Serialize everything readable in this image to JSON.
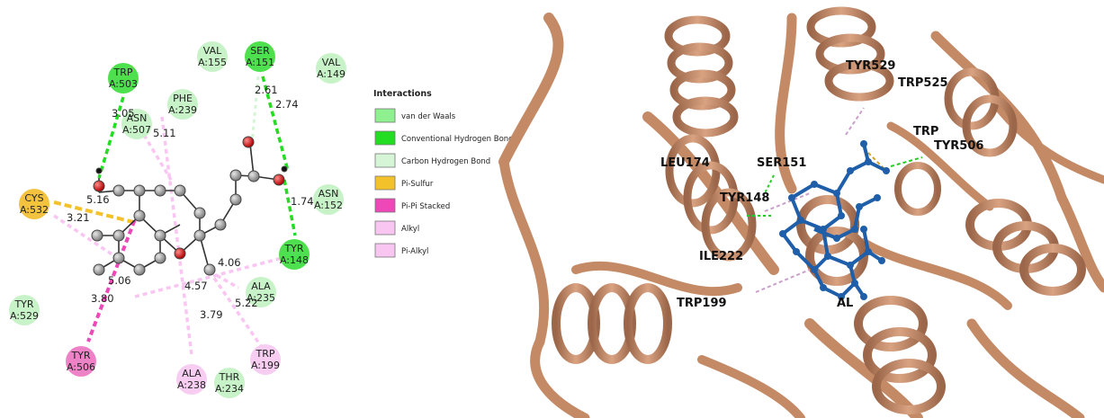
{
  "diagram2d": {
    "residues": [
      {
        "id": "trp503",
        "line1": "TRP",
        "line2": "A:503",
        "color": "#4ee04e"
      },
      {
        "id": "val155",
        "line1": "VAL",
        "line2": "A:155",
        "color": "#c8f2c8"
      },
      {
        "id": "ser151",
        "line1": "SER",
        "line2": "A:151",
        "color": "#4ee04e"
      },
      {
        "id": "val149",
        "line1": "VAL",
        "line2": "A:149",
        "color": "#c8f2c8"
      },
      {
        "id": "phe239",
        "line1": "PHE",
        "line2": "A:239",
        "color": "#c8f2c8"
      },
      {
        "id": "asn507",
        "line1": "ASN",
        "line2": "A:507",
        "color": "#c8f2c8"
      },
      {
        "id": "cys532",
        "line1": "CYS",
        "line2": "A:532",
        "color": "#f3c340"
      },
      {
        "id": "asn152",
        "line1": "ASN",
        "line2": "A:152",
        "color": "#c8f2c8"
      },
      {
        "id": "tyr148",
        "line1": "TYR",
        "line2": "A:148",
        "color": "#4ee04e"
      },
      {
        "id": "ala235",
        "line1": "ALA",
        "line2": "A:235",
        "color": "#c8f2c8"
      },
      {
        "id": "tyr529",
        "line1": "TYR",
        "line2": "A:529",
        "color": "#c8f2c8"
      },
      {
        "id": "tyr506",
        "line1": "TYR",
        "line2": "A:506",
        "color": "#ee82c6"
      },
      {
        "id": "trp199",
        "line1": "TRP",
        "line2": "A:199",
        "color": "#f7cdf2"
      },
      {
        "id": "ala238",
        "line1": "ALA",
        "line2": "A:238",
        "color": "#f7cdf2"
      },
      {
        "id": "thr234",
        "line1": "THR",
        "line2": "A:234",
        "color": "#c8f2c8"
      }
    ],
    "distances": [
      "3.05",
      "2.61",
      "2.74",
      "5.11",
      "5.16",
      "3.21",
      "1.74",
      "4.06",
      "5.06",
      "4.57",
      "3.80",
      "5.22",
      "3.79"
    ]
  },
  "legend": {
    "title": "Interactions",
    "items": [
      {
        "label": "van der Waals",
        "color": "#8ef08e"
      },
      {
        "label": "Conventional Hydrogen Bond",
        "color": "#22dd22"
      },
      {
        "label": "Carbon Hydrogen Bond",
        "color": "#d6f5d6"
      },
      {
        "label": "Pi-Sulfur",
        "color": "#f3c22a"
      },
      {
        "label": "Pi-Pi Stacked",
        "color": "#ee48b8"
      },
      {
        "label": "Alkyl",
        "color": "#f9c6f2"
      },
      {
        "label": "Pi-Alkyl",
        "color": "#f9c6f2"
      }
    ]
  },
  "view3d": {
    "labels": [
      "TYR529",
      "TRP525",
      "TRP",
      "TYR506",
      "LEU174",
      "SER151",
      "TYR148",
      "ILE222",
      "TRP199",
      "AL"
    ],
    "ribbon_color": "#c48a66",
    "ligand_color": "#1f5ea8"
  }
}
